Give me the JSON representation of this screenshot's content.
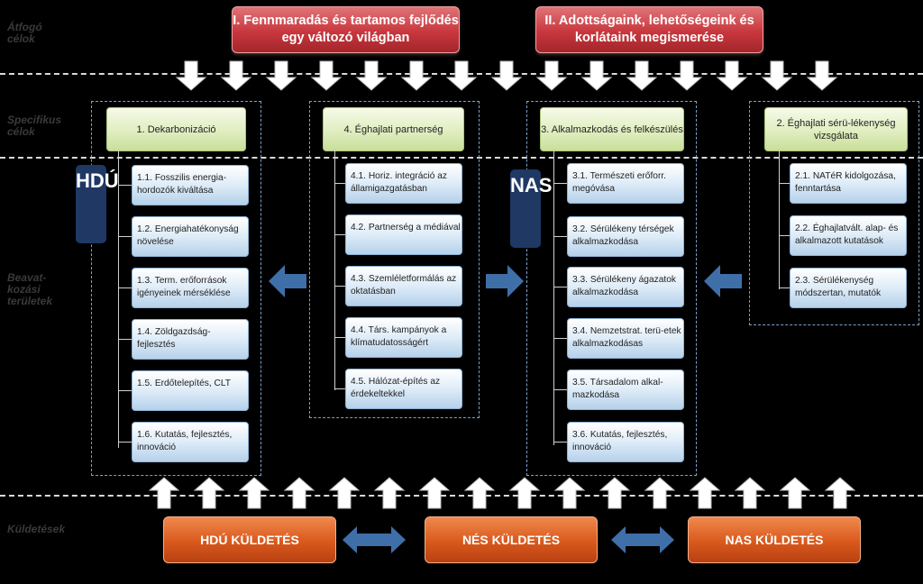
{
  "side_labels": {
    "overall": "Átfogó célok",
    "specific": "Specifikus célok",
    "priorities": "Beavat-kozási területek",
    "missions": "Küldetések"
  },
  "goals": {
    "g1": "I. Fennmaradás és tartamos fejlődés egy változó világban",
    "g2": "II. Adottságaink, lehetőségeink és korlátaink megismerése"
  },
  "groups": {
    "decarb": {
      "title": "1. Dekarbonizáció",
      "items": [
        "1.1. Fosszilis energia-hordozók kiváltása",
        "1.2. Energiahatékonyság növelése",
        "1.3. Term. erőforrások igényeinek mérséklése",
        "1.4. Zöldgazdság-fejlesztés",
        "1.5. Erdőtelepítés, CLT",
        "1.6. Kutatás, fejlesztés, innováció"
      ]
    },
    "partner": {
      "title": "4. Éghajlati partnerség",
      "items": [
        "4.1. Horiz. integráció az államigazgatásban",
        "4.2. Partnerség a médiával",
        "4.3. Szemléletformálás az oktatásban",
        "4.4. Társ. kampányok a klímatudatosságért",
        "4.5. Hálózat-építés az érdekeltekkel"
      ]
    },
    "adapt": {
      "title": "3. Alkalmazkodás és felkészülés",
      "items": [
        "3.1. Természeti erőforr. megóvása",
        "3.2. Sérülékeny térségek alkalmazkodása",
        "3.3. Sérülékeny ágazatok alkalmazkodása",
        "3.4. Nemzetstrat. terü-etek alkalmazkodásas",
        "3.5. Társadalom alkal-mazkodása",
        "3.6. Kutatás, fejlesztés, innováció"
      ]
    },
    "vuln": {
      "title": "2. Éghajlati sérü-lékenység vizsgálata",
      "items": [
        "2.1. NATéR kidolgozása, fenntartása",
        "2.2. Éghajlatvált. alap- és alkalmazott kutatások",
        "2.3. Sérülékenység módszertan, mutatók"
      ]
    }
  },
  "badges": {
    "hdu": "HDÚ",
    "nas": "NAS"
  },
  "missions": {
    "hdu": "HDÚ KÜLDETÉS",
    "nes": "NÉS KÜLDETÉS",
    "nas": "NAS KÜLDETÉS"
  },
  "colors": {
    "goal_red": "#c8373d",
    "spec_green": "#e2efc4",
    "item_blue": "#deecf8",
    "badge_navy": "#1f3864",
    "mission_orange": "#d9591c",
    "arrow_blue": "#3f6fa8"
  }
}
